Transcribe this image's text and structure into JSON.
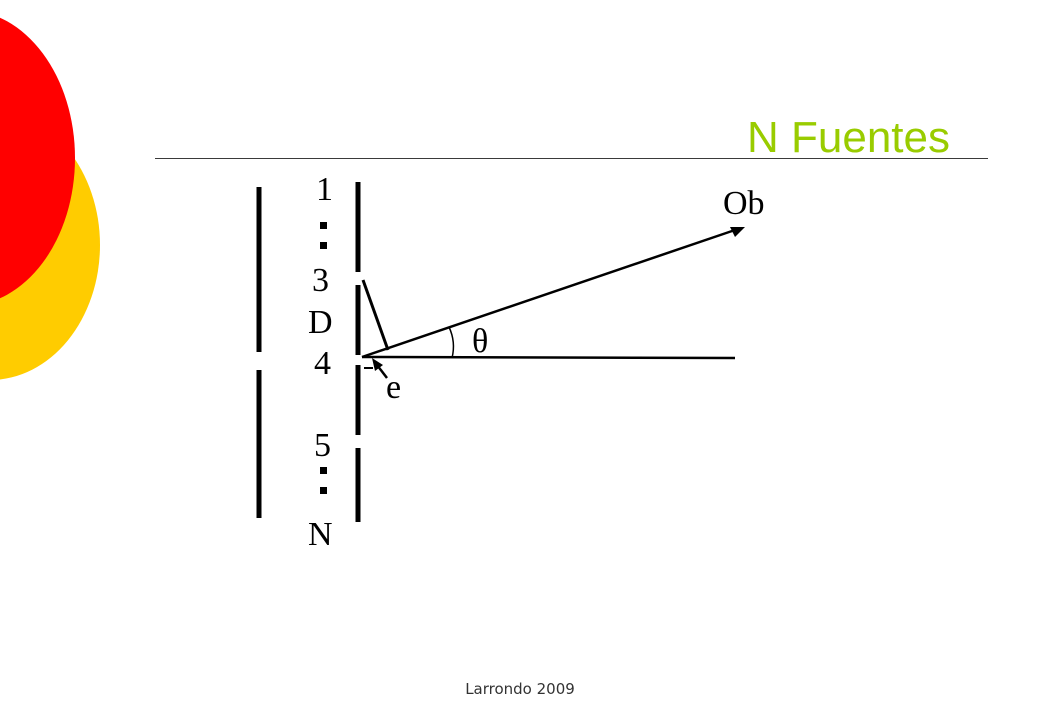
{
  "colors": {
    "title": "#99cc00",
    "circle_red": "#ff0000",
    "circle_yellow": "#ffcc00",
    "line": "#000000"
  },
  "slide": {
    "title": "N Fuentes",
    "footer": "Larrondo 2009"
  },
  "diagram": {
    "labels": {
      "source_1": "1",
      "source_3": "3",
      "separation": "D",
      "source_4": "4",
      "source_5": "5",
      "source_n": "N",
      "observer": "Ob",
      "angle": "θ",
      "path_difference": "e"
    }
  }
}
